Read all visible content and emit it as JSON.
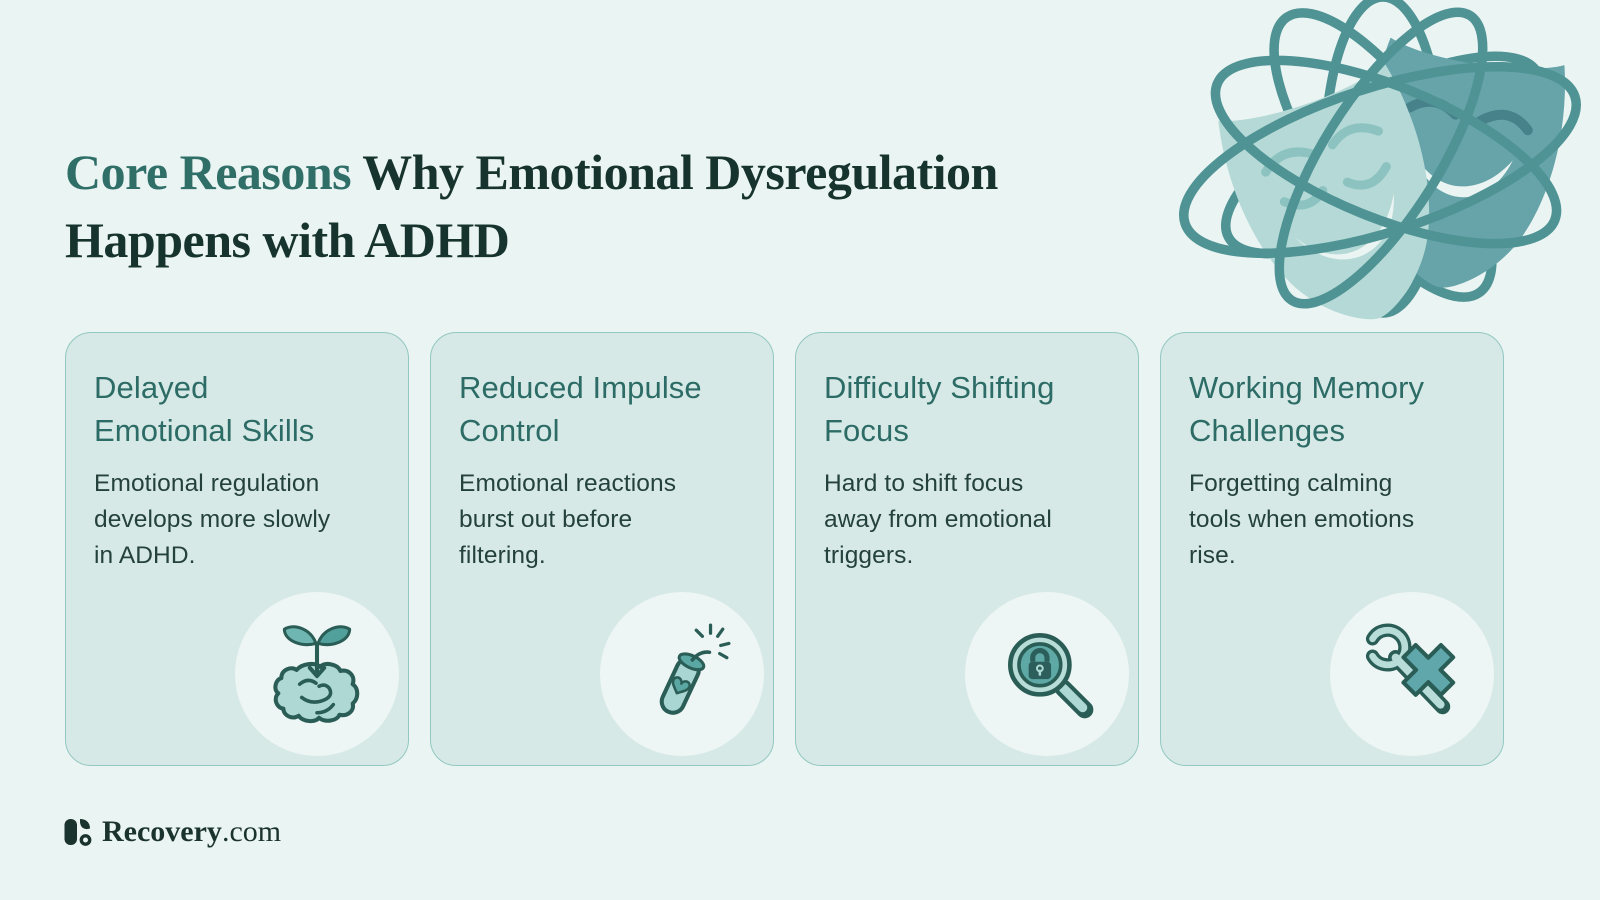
{
  "title": {
    "highlight": "Core Reasons",
    "rest": " Why Emotional Dysregulation Happens with ADHD"
  },
  "cards": [
    {
      "heading": "Delayed\nEmotional Skills",
      "body": "Emotional regulation\ndevelops more slowly\nin ADHD.",
      "icon": "brain-growth-icon"
    },
    {
      "heading": "Reduced Impulse\nControl",
      "body": "Emotional reactions\nburst out before\nfiltering.",
      "icon": "dynamite-icon"
    },
    {
      "heading": "Difficulty Shifting\nFocus",
      "body": "Hard to shift focus\naway from emotional\ntriggers.",
      "icon": "magnifier-lock-icon"
    },
    {
      "heading": "Working Memory\nChallenges",
      "body": "Forgetting calming\ntools when emotions\nrise.",
      "icon": "wrench-cross-icon"
    }
  ],
  "brand": {
    "name": "Recovery",
    "suffix": ".com"
  },
  "illustration": "theater-masks-with-scribble-loops",
  "palette": {
    "background": "#eaf4f2",
    "title_accent": "#2f6f68",
    "title_dark": "#17332d",
    "card_background": "#d6e9e6",
    "card_border": "#93c7c1",
    "card_heading": "#2d6c66",
    "card_body_text": "#24413c",
    "icon_circle": "#edf6f4",
    "icon_light_fill": "#aed8d4",
    "icon_medium_fill": "#5ea9a5",
    "icon_outline": "#2b5d57",
    "scribble": "#4f9394",
    "mask_front": "#b5d9d6",
    "mask_back": "#66a4aa",
    "logo_color": "#1b332e"
  }
}
